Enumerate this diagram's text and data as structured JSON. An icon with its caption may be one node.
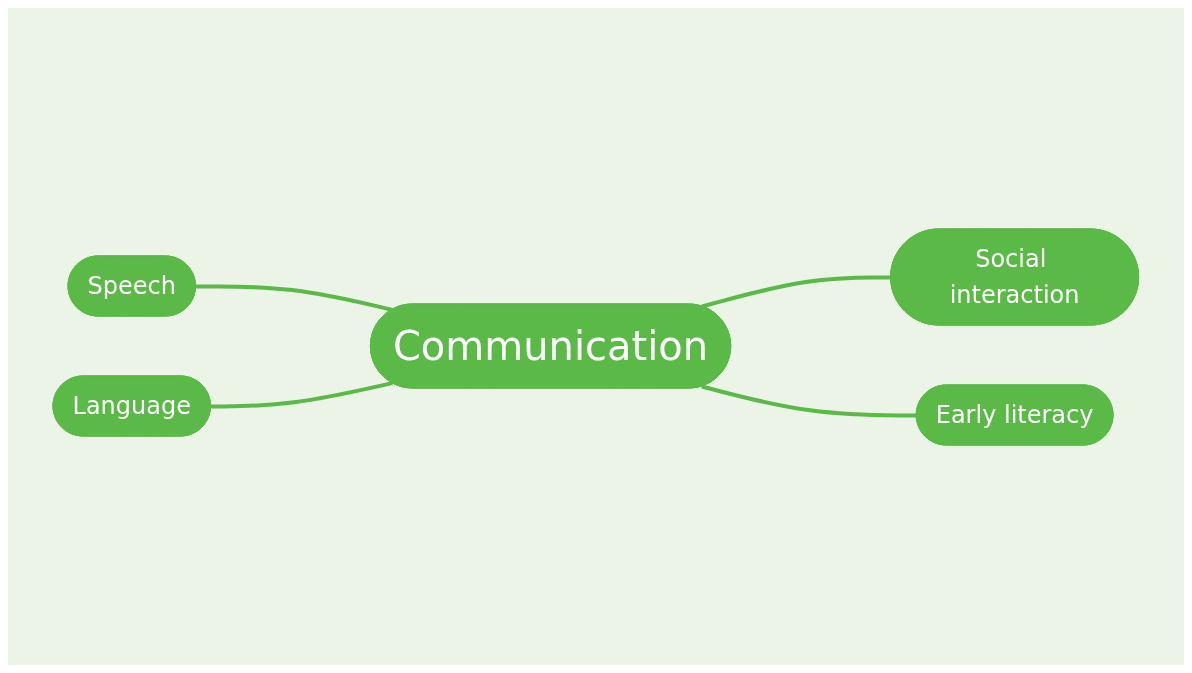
{
  "diagram": {
    "nodes": [
      {
        "text": [
          "Speech"
        ]
      },
      {
        "text": [
          "Social interaction"
        ]
      },
      {
        "text": [
          "Communication"
        ]
      },
      {
        "text": [
          "Language"
        ]
      },
      {
        "text": [
          "Early literacy"
        ]
      }
    ],
    "edges": [
      {
        "from": 0,
        "to": 2,
        "arrow": "none"
      },
      {
        "from": 1,
        "to": 2,
        "arrow": "none"
      },
      {
        "from": 3,
        "to": 2,
        "arrow": "none"
      },
      {
        "from": 4,
        "to": 2,
        "arrow": "none"
      }
    ]
  }
}
